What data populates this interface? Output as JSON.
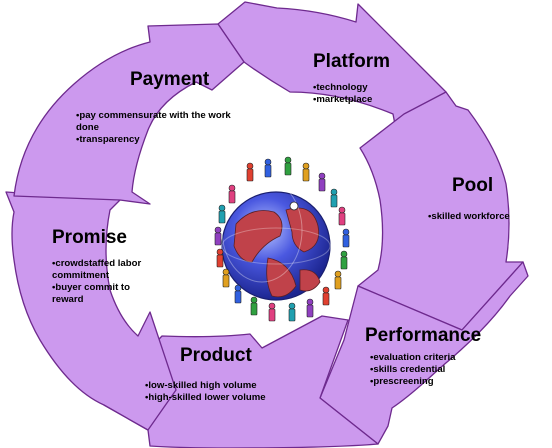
{
  "cycle": {
    "segments": [
      {
        "id": "platform",
        "title": "Platform",
        "bullets": [
          "technology",
          "marketplace"
        ]
      },
      {
        "id": "pool",
        "title": "Pool",
        "bullets": [
          "skilled workforce"
        ]
      },
      {
        "id": "performance",
        "title": "Performance",
        "bullets": [
          "evaluation criteria",
          "skills credential",
          "prescreening"
        ]
      },
      {
        "id": "product",
        "title": "Product",
        "bullets": [
          "low-skilled high volume",
          "high-skilled lower volume"
        ]
      },
      {
        "id": "promise",
        "title": "Promise",
        "bullets": [
          "crowdstaffed labor commitment",
          "buyer commit to reward"
        ]
      },
      {
        "id": "payment",
        "title": "Payment",
        "bullets": [
          "pay commensurate with the work done",
          "transparency"
        ]
      }
    ]
  },
  "colors": {
    "arrow_fill": "#cc99ee",
    "arrow_stroke": "#6e2a8e",
    "globe_ocean": "#3b4bd6",
    "globe_land": "#c0424a"
  },
  "icons": {
    "center": "globe-with-people-icon"
  }
}
